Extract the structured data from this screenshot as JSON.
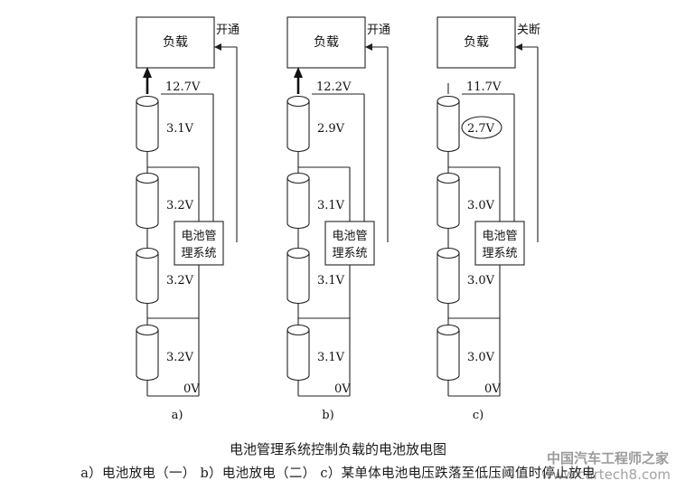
{
  "panels": [
    {
      "label": "a)",
      "load": "负载",
      "switch": "开通",
      "total": "12.7V",
      "bms": [
        "电池管",
        "理系统"
      ],
      "cells": [
        "3.1V",
        "3.2V",
        "3.2V",
        "3.2V"
      ],
      "ground": "0V",
      "highlight": -1,
      "arrow": true
    },
    {
      "label": "b)",
      "load": "负载",
      "switch": "开通",
      "total": "12.2V",
      "bms": [
        "电池管",
        "理系统"
      ],
      "cells": [
        "2.9V",
        "3.1V",
        "3.1V",
        "3.1V"
      ],
      "ground": "0V",
      "highlight": -1,
      "arrow": true
    },
    {
      "label": "c)",
      "load": "负载",
      "switch": "关断",
      "total": "11.7V",
      "bms": [
        "电池管",
        "理系统"
      ],
      "cells": [
        "2.7V",
        "3.0V",
        "3.0V",
        "3.0V"
      ],
      "ground": "0V",
      "highlight": 0,
      "arrow": false
    }
  ],
  "caption": {
    "title": "电池管理系统控制负载的电池放电图",
    "subtitle": "a）电池放电（一）  b）电池放电（二）  c）某单体电池电压跌落至低压阈值时停止放电"
  },
  "watermark": {
    "text": "中国汽车工程师之家",
    "url": "www.cartech8.com"
  }
}
